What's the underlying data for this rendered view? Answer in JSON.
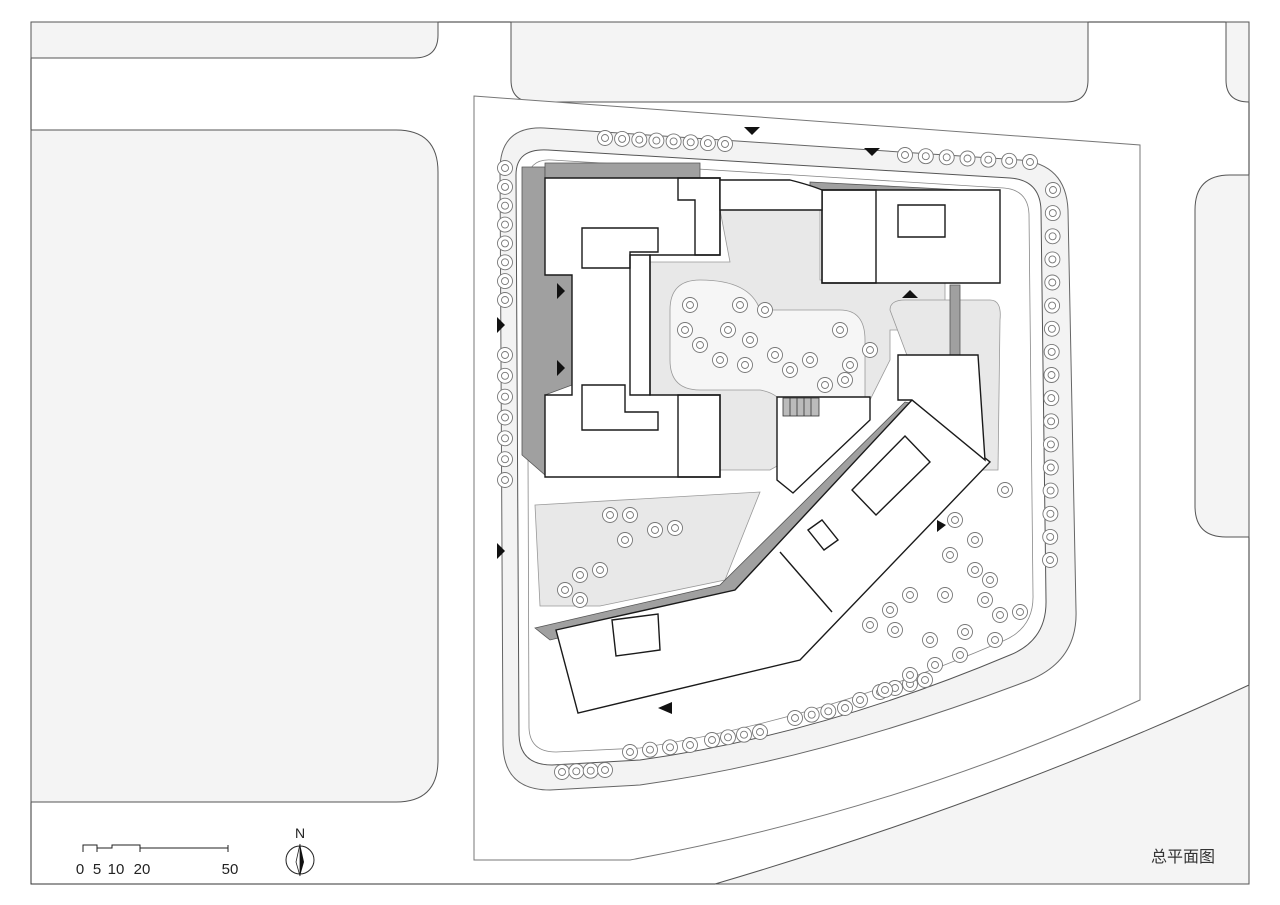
{
  "drawing": {
    "title": "总平面图",
    "north_label": "N"
  },
  "scale_bar": {
    "ticks": [
      "0",
      "5",
      "10",
      "20",
      "50"
    ]
  },
  "colors": {
    "background": "#ffffff",
    "ground": "#f3f3f3",
    "courtyard": "#e6e6e6",
    "shadow": "#9b9b9b",
    "building": "#ffffff",
    "line": "#1a1a1a",
    "tree_stroke": "#777777"
  },
  "icons": [
    "north-arrow-icon",
    "entrance-arrow-icon",
    "tree-icon"
  ]
}
